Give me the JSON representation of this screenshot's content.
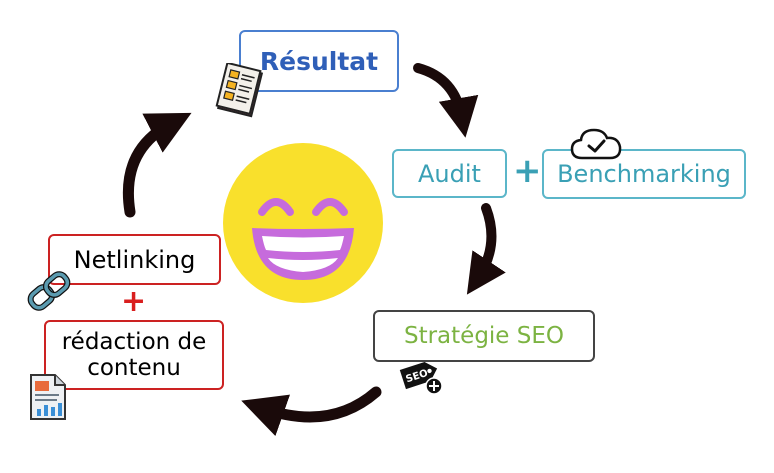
{
  "boxes": {
    "resultat": {
      "label": "Résultat",
      "color": "#2f5fb8"
    },
    "audit": {
      "label": "Audit",
      "color": "#3aa0b5"
    },
    "benchmarking": {
      "label": "Benchmarking",
      "color": "#3aa0b5"
    },
    "strategie": {
      "label": "Stratégie SEO",
      "color": "#7cb342"
    },
    "netlinking": {
      "label": "Netlinking",
      "color": "#000000",
      "border": "#cc2222"
    },
    "redaction": {
      "label": "rédaction de contenu",
      "color": "#000000",
      "border": "#cc2222"
    }
  },
  "connectors": {
    "audit_plus": {
      "symbol": "+",
      "color": "#3aa0b5"
    },
    "netlinking_plus": {
      "symbol": "+",
      "color": "#d91e1e"
    }
  },
  "icons": {
    "center": "grinning-face-emoji",
    "result": "report-document-icon",
    "cloud": "cloud-check-icon",
    "seo_tag": "seo-tag-icon",
    "link": "chain-link-icon",
    "content": "content-document-icon"
  },
  "seo_tag_text": "SEO",
  "colors": {
    "arrow": "#1a0a0a",
    "emoji_face": "#f9e02c",
    "emoji_mouth": "#c66bdc"
  }
}
